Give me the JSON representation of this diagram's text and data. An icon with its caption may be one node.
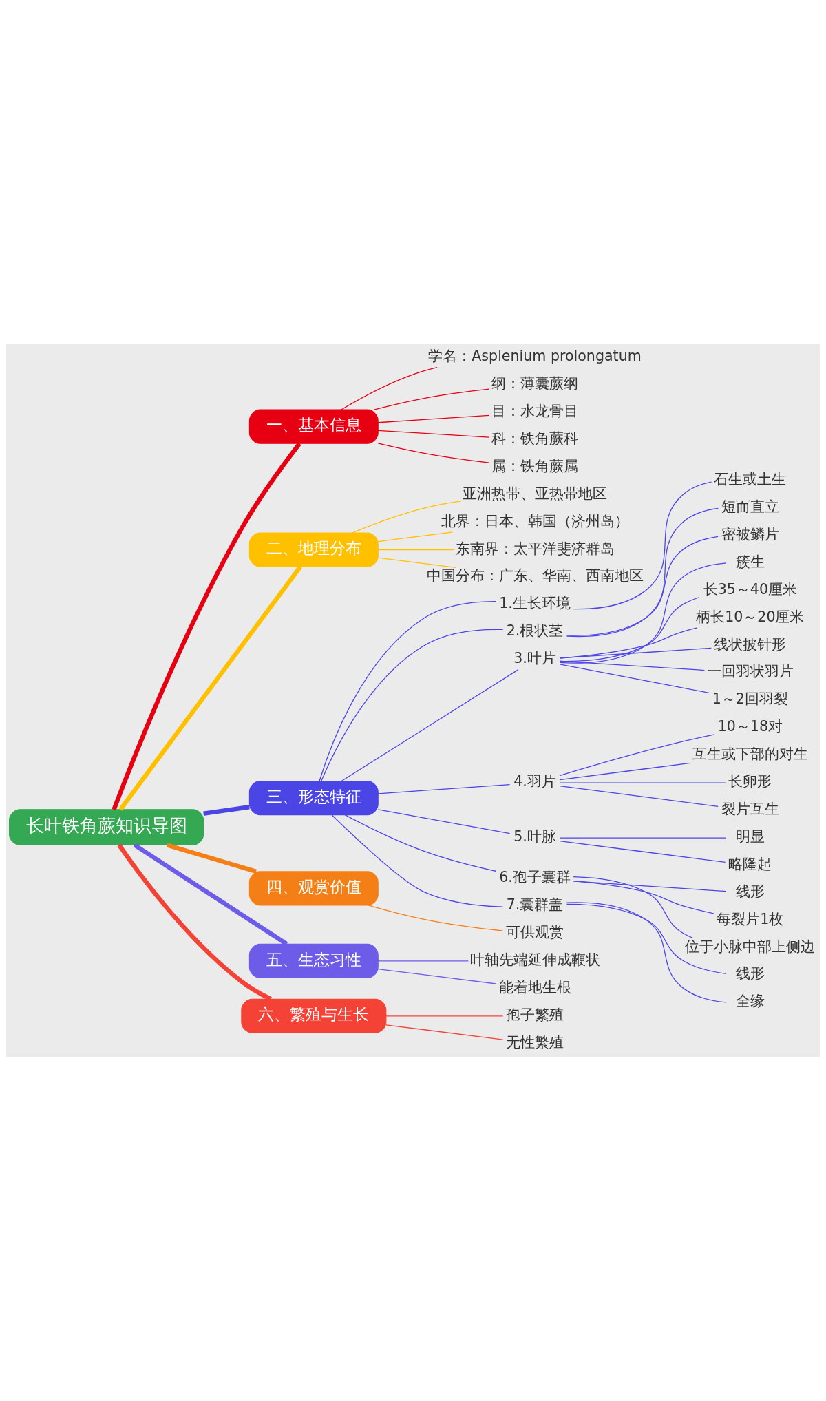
{
  "diagram": {
    "nodes": [
      {
        "text": [
          "长叶铁角蕨知识导图"
        ]
      },
      {
        "text": [
          "一、基本信息"
        ]
      },
      {
        "text": [
          "学名：Asplenium prolongatum"
        ]
      },
      {
        "text": [
          "纲：薄囊蕨纲"
        ]
      },
      {
        "text": [
          "目：水龙骨目"
        ]
      },
      {
        "text": [
          "科：铁角蕨科"
        ]
      },
      {
        "text": [
          "属：铁角蕨属"
        ]
      },
      {
        "text": [
          "二、地理分布"
        ]
      },
      {
        "text": [
          "亚洲热带、亚热带地区"
        ]
      },
      {
        "text": [
          "北界：日本、韩国（济州岛）"
        ]
      },
      {
        "text": [
          "东南界：太平洋斐济群岛"
        ]
      },
      {
        "text": [
          "中国分布：广东、华南、西南地区"
        ]
      },
      {
        "text": [
          "三、形态特征"
        ]
      },
      {
        "text": [
          "1.生长环境"
        ]
      },
      {
        "text": [
          "石生或土生"
        ]
      },
      {
        "text": [
          "2.根状茎"
        ]
      },
      {
        "text": [
          "短而直立"
        ]
      },
      {
        "text": [
          "密被鳞片"
        ]
      },
      {
        "text": [
          "3.叶片"
        ]
      },
      {
        "text": [
          "簇生"
        ]
      },
      {
        "text": [
          "长35～40厘米"
        ]
      },
      {
        "text": [
          "柄长10～20厘米"
        ]
      },
      {
        "text": [
          "线状披针形"
        ]
      },
      {
        "text": [
          "一回羽状羽片"
        ]
      },
      {
        "text": [
          "1～2回羽裂"
        ]
      },
      {
        "text": [
          "4.羽片"
        ]
      },
      {
        "text": [
          "10～18对"
        ]
      },
      {
        "text": [
          "互生或下部的对生"
        ]
      },
      {
        "text": [
          "长卵形"
        ]
      },
      {
        "text": [
          "裂片互生"
        ]
      },
      {
        "text": [
          "5.叶脉"
        ]
      },
      {
        "text": [
          "明显"
        ]
      },
      {
        "text": [
          "略隆起"
        ]
      },
      {
        "text": [
          "6.孢子囊群"
        ]
      },
      {
        "text": [
          "线形"
        ]
      },
      {
        "text": [
          "每裂片1枚"
        ]
      },
      {
        "text": [
          "位于小脉中部上侧边"
        ]
      },
      {
        "text": [
          "7.囊群盖"
        ]
      },
      {
        "text": [
          "线形"
        ]
      },
      {
        "text": [
          "全缘"
        ]
      },
      {
        "text": [
          "四、观赏价值"
        ]
      },
      {
        "text": [
          "可供观赏"
        ]
      },
      {
        "text": [
          "五、生态习性"
        ]
      },
      {
        "text": [
          "叶轴先端延伸成鞭状"
        ]
      },
      {
        "text": [
          "能着地生根"
        ]
      },
      {
        "text": [
          "六、繁殖与生长"
        ]
      },
      {
        "text": [
          "孢子繁殖"
        ]
      },
      {
        "text": [
          "无性繁殖"
        ]
      }
    ],
    "edges": [
      {
        "from": 0,
        "to": 1,
        "arrow": "none",
        "style": "thick",
        "color": "#e60012"
      },
      {
        "from": 1,
        "to": 2,
        "arrow": "none",
        "color": "#e60012"
      },
      {
        "from": 1,
        "to": 3,
        "arrow": "none",
        "color": "#e60012"
      },
      {
        "from": 1,
        "to": 4,
        "arrow": "none",
        "color": "#e60012"
      },
      {
        "from": 1,
        "to": 5,
        "arrow": "none",
        "color": "#e60012"
      },
      {
        "from": 1,
        "to": 6,
        "arrow": "none",
        "color": "#e60012"
      },
      {
        "from": 0,
        "to": 7,
        "arrow": "none",
        "style": "thick",
        "color": "#ffc000"
      },
      {
        "from": 7,
        "to": 8,
        "arrow": "none",
        "color": "#ffc000"
      },
      {
        "from": 7,
        "to": 9,
        "arrow": "none",
        "color": "#ffc000"
      },
      {
        "from": 7,
        "to": 10,
        "arrow": "none",
        "color": "#ffc000"
      },
      {
        "from": 7,
        "to": 11,
        "arrow": "none",
        "color": "#ffc000"
      },
      {
        "from": 0,
        "to": 12,
        "arrow": "none",
        "style": "thick"
      },
      {
        "from": 12,
        "to": 13,
        "arrow": "none"
      },
      {
        "from": 13,
        "to": 14,
        "arrow": "none"
      },
      {
        "from": 12,
        "to": 15,
        "arrow": "none"
      },
      {
        "from": 15,
        "to": 16,
        "arrow": "none"
      },
      {
        "from": 15,
        "to": 17,
        "arrow": "none"
      },
      {
        "from": 12,
        "to": 18,
        "arrow": "none"
      },
      {
        "from": 18,
        "to": 19,
        "arrow": "none"
      },
      {
        "from": 18,
        "to": 20,
        "arrow": "none"
      },
      {
        "from": 18,
        "to": 21,
        "arrow": "none"
      },
      {
        "from": 18,
        "to": 22,
        "arrow": "none"
      },
      {
        "from": 18,
        "to": 23,
        "arrow": "none"
      },
      {
        "from": 18,
        "to": 24,
        "arrow": "none"
      },
      {
        "from": 12,
        "to": 25,
        "arrow": "none"
      },
      {
        "from": 25,
        "to": 26,
        "arrow": "none"
      },
      {
        "from": 25,
        "to": 27,
        "arrow": "none"
      },
      {
        "from": 25,
        "to": 28,
        "arrow": "none"
      },
      {
        "from": 25,
        "to": 29,
        "arrow": "none"
      },
      {
        "from": 12,
        "to": 30,
        "arrow": "none"
      },
      {
        "from": 30,
        "to": 31,
        "arrow": "none"
      },
      {
        "from": 30,
        "to": 32,
        "arrow": "none"
      },
      {
        "from": 12,
        "to": 33,
        "arrow": "none"
      },
      {
        "from": 33,
        "to": 34,
        "arrow": "none"
      },
      {
        "from": 33,
        "to": 35,
        "arrow": "none"
      },
      {
        "from": 33,
        "to": 36,
        "arrow": "none"
      },
      {
        "from": 12,
        "to": 37,
        "arrow": "none"
      },
      {
        "from": 37,
        "to": 38,
        "arrow": "none"
      },
      {
        "from": 37,
        "to": 39,
        "arrow": "none"
      },
      {
        "from": 0,
        "to": 40,
        "arrow": "none",
        "style": "thick",
        "color": "#f57f17"
      },
      {
        "from": 40,
        "to": 41,
        "arrow": "none",
        "color": "#f57f17"
      },
      {
        "from": 0,
        "to": 42,
        "arrow": "none",
        "style": "thick",
        "color": "#6c5ce7"
      },
      {
        "from": 42,
        "to": 43,
        "arrow": "none",
        "color": "#6c5ce7"
      },
      {
        "from": 42,
        "to": 44,
        "arrow": "none",
        "color": "#6c5ce7"
      },
      {
        "from": 0,
        "to": 45,
        "arrow": "none",
        "style": "thick",
        "color": "#f44336"
      },
      {
        "from": 45,
        "to": 46,
        "arrow": "none",
        "color": "#f44336"
      },
      {
        "from": 45,
        "to": 47,
        "arrow": "none",
        "color": "#f44336"
      }
    ]
  }
}
